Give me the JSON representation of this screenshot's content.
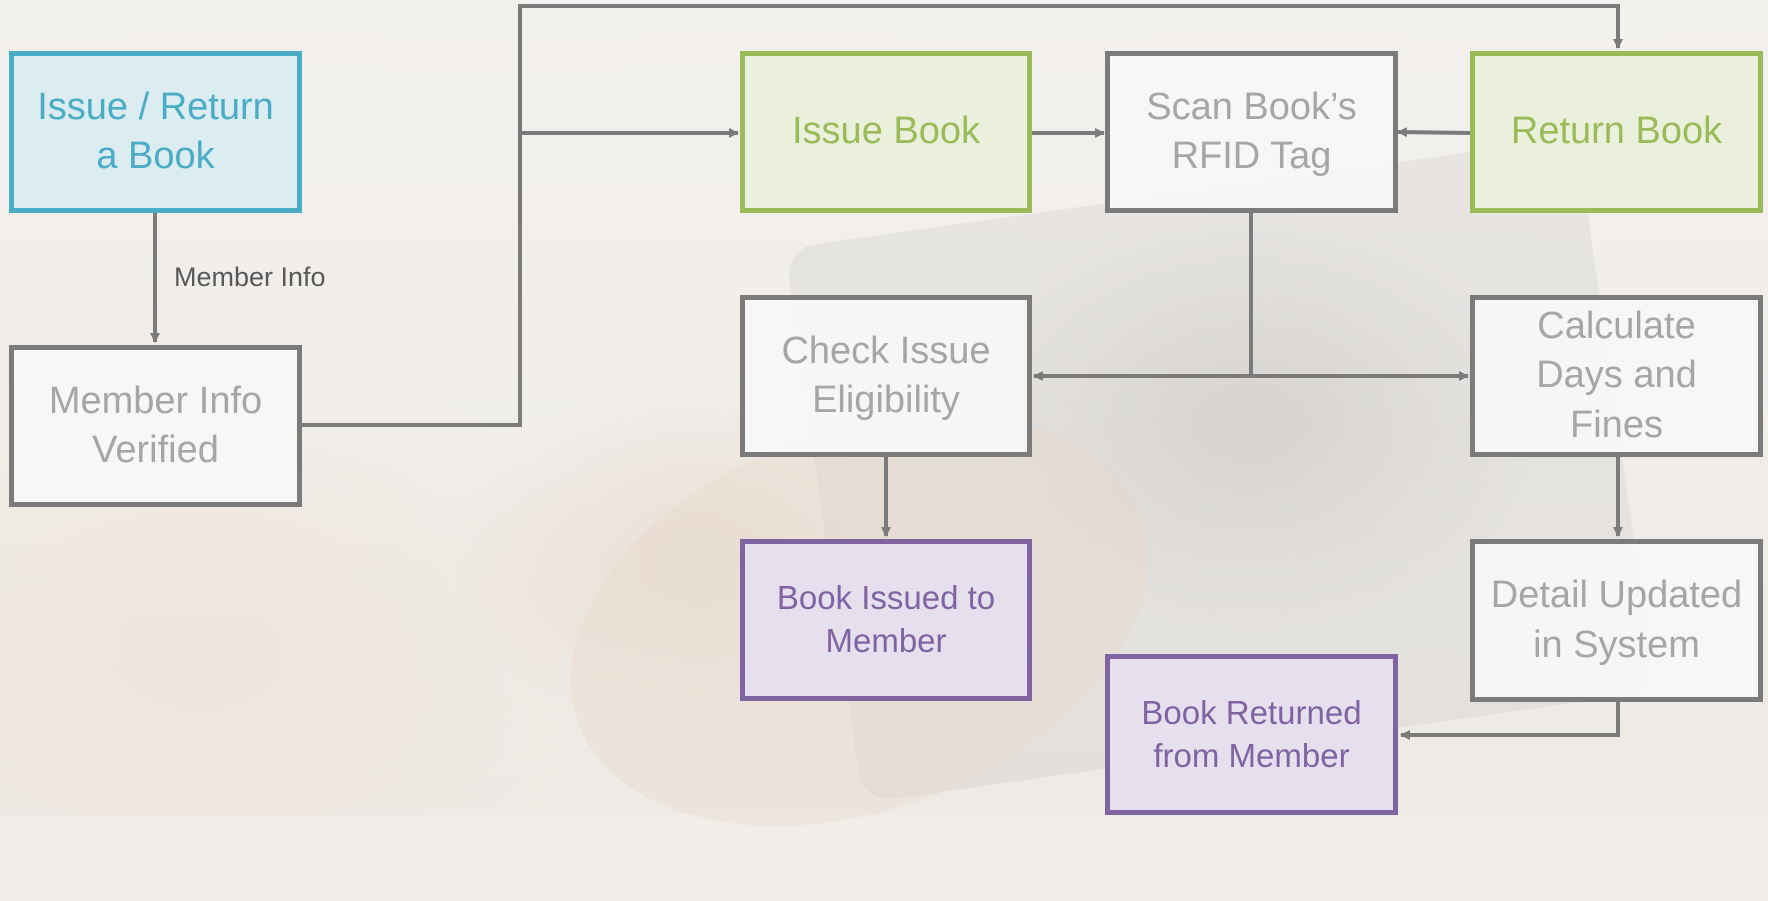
{
  "nodes": {
    "issue_return": "Issue / Return a Book",
    "member_verified": "Member Info Verified",
    "issue_book": "Issue Book",
    "scan_rfid": "Scan Book’s RFID Tag",
    "return_book": "Return Book",
    "check_eligibility": "Check Issue Eligibility",
    "calc_fines": "Calculate Days and Fines",
    "book_issued": "Book Issued to Member",
    "detail_updated": "Detail Updated in System",
    "book_returned": "Book Returned from Member"
  },
  "edge_labels": {
    "member_info": "Member Info"
  },
  "colors": {
    "start": "#4bacc6",
    "action": "#9bbb59",
    "end": "#8064a2",
    "process": "#7b7b7b"
  }
}
